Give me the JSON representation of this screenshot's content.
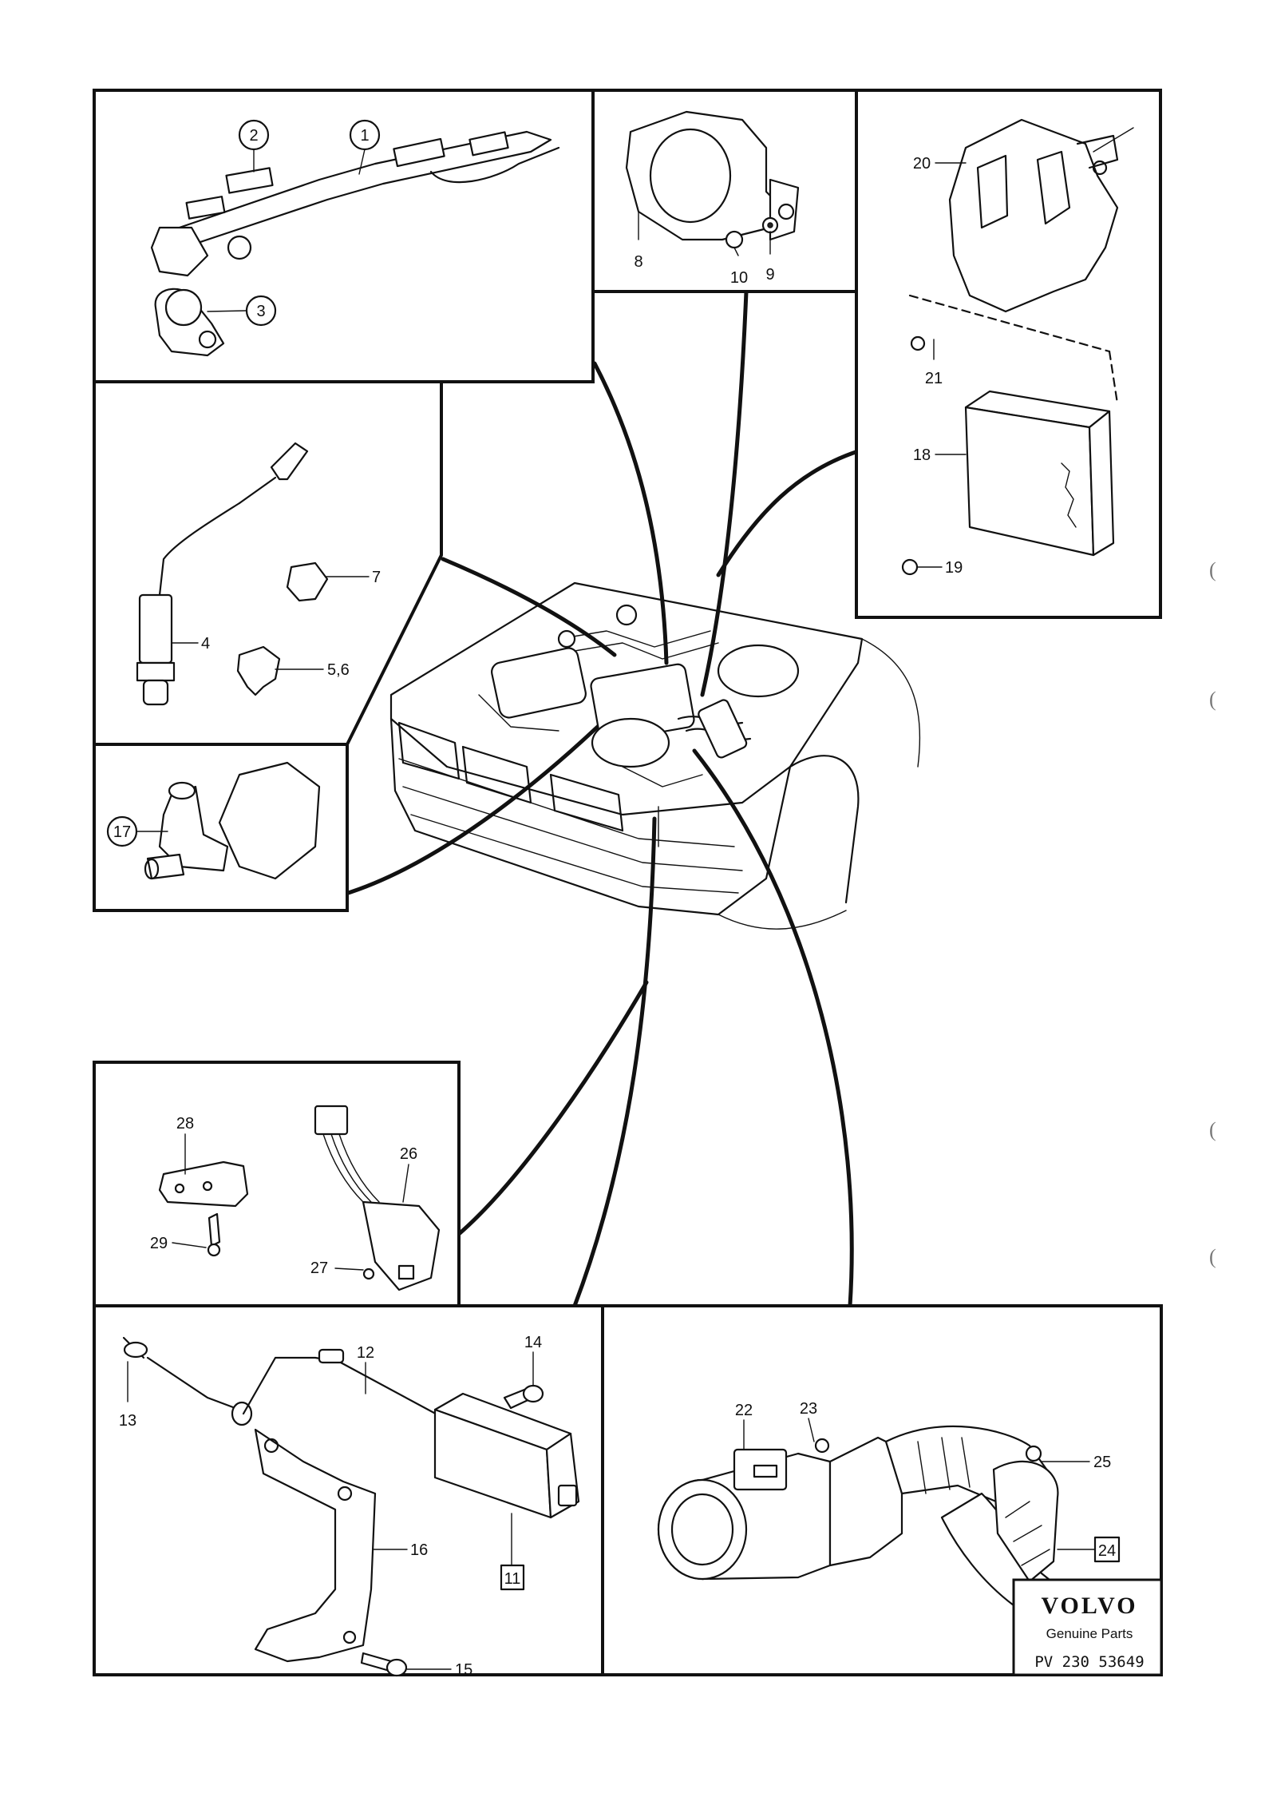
{
  "callouts": {
    "c1": "1",
    "c2": "2",
    "c3": "3",
    "c4": "4",
    "c56": "5,6",
    "c7": "7",
    "c8": "8",
    "c9": "9",
    "c10": "10",
    "c11": "11",
    "c12": "12",
    "c13": "13",
    "c14": "14",
    "c15": "15",
    "c16": "16",
    "c17": "17",
    "c18": "18",
    "c19": "19",
    "c20": "20",
    "c21": "21",
    "c22": "22",
    "c23": "23",
    "c24": "24",
    "c25": "25",
    "c26": "26",
    "c27": "27",
    "c28": "28",
    "c29": "29"
  },
  "brand": {
    "logo": "VOLVO",
    "tagline": "Genuine Parts",
    "reference": "PV  230  53649"
  },
  "margin_marks": [
    "(",
    "(",
    "(",
    "("
  ]
}
